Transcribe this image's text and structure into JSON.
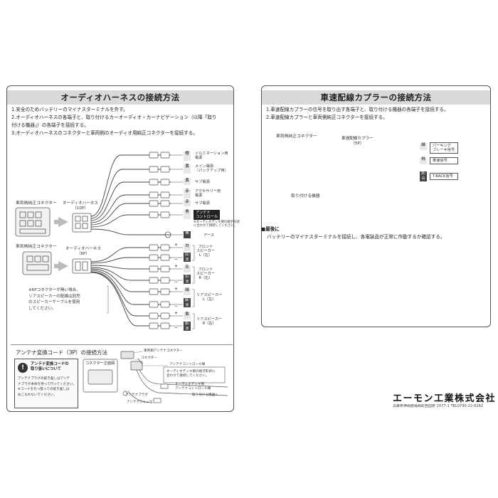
{
  "left": {
    "title": "オーディオハーネスの接続方法",
    "steps": [
      "1.安全のためバッテリーのマイナスターミナルを外す。",
      "2.オーディオハーネスの各端子と、取り付けるカーオーディオ・カーナビゲーション（以降「取り",
      "   付ける機器」）の各端子を接続する。",
      "3.オーディオハーネスのコネクターと車両側のオーディオ用純正コネクターを接続する。"
    ],
    "vehicle_connector_1": "車両側純正コネクター",
    "harness_10p_line1": "オーディオハーネス",
    "harness_10p_line2": "（10P）",
    "vehicle_connector_2": "車両側純正コネクター",
    "harness_6p_line1": "オーディオハーネス",
    "harness_6p_line2": "（6P）",
    "note_6p": [
      "※6Pコネクターが無い場合、",
      "リアスピーカーの配線は別売",
      "のスピーカーケーブルを使用",
      "してください。"
    ],
    "wires": [
      {
        "color": "橙",
        "dark": false,
        "label": [
          "イルミネーション用",
          "電源"
        ]
      },
      {
        "color": "黄",
        "dark": false,
        "label": [
          "メイン電源",
          "（バックアップ用）"
        ]
      },
      {
        "color": "黄",
        "dark": false,
        "label": [
          "サブ電源"
        ]
      },
      {
        "color": "赤",
        "dark": false,
        "label": [
          "アクセサリー用",
          "電源"
        ]
      },
      {
        "color": "赤",
        "dark": false,
        "label": [
          "サブ電源"
        ]
      },
      {
        "color": "青",
        "dark": false,
        "label": [
          "アンテナ",
          "コントロール"
        ]
      },
      {
        "color": "黒",
        "dark": true,
        "label": [
          "アース"
        ]
      }
    ],
    "antenna_note": [
      "※オーディオデッキ側の端子形状",
      "に合わせて接続してください。"
    ],
    "speakers": [
      {
        "c1": "白",
        "c2": "白/黒",
        "label": [
          "フロント",
          "スピーカー",
          "L（左）"
        ]
      },
      {
        "c1": "灰",
        "c2": "灰/黒",
        "label": [
          "フロント",
          "スピーカー",
          "R（右）"
        ]
      },
      {
        "c1": "緑",
        "c2": "緑/黒",
        "label": [
          "リアスピーカー",
          "L（左）"
        ]
      },
      {
        "c1": "紫",
        "c2": "紫/黒",
        "label": [
          "リアスピーカー",
          "R（右）"
        ]
      }
    ],
    "antenna_section": {
      "title": "アンテナ変換コード（3P）の接続方法",
      "notice_title_1": "アンテナ変換コードの",
      "notice_title_2": "取り扱いについて",
      "notice_body": [
        "アンテナプラグの抜き差しはアンテ",
        "ナプラグ本体を持って行ってください。",
        "※コードを引っ張っての抜き差しは",
        "おこなわないでください。"
      ],
      "connector_front": "コネクター正面図",
      "labels": {
        "vehicle_antenna_connector": "車両側アンテナコネクター",
        "connector": "コネクター",
        "antenna_control": "アンテナコントロール線",
        "deck_side": [
          "オーディオデッキ側の端子形状に",
          "合わせて接続してください。"
        ],
        "deck_antenna_control": [
          "オーディオデッキ側",
          "アンテナコントロール線"
        ],
        "to_device": "取り付ける機器へ",
        "antenna_plug": "アンテナプラグ",
        "antenna_jack": "アンテナジャック"
      }
    }
  },
  "right": {
    "title": "車速配線カプラーの接続方法",
    "steps": [
      "1.車速配線カプラーの信号を取り出す各端子と、取り付ける機器の各端子を接続する。",
      "2.車速配線カプラーと車両側純正コネクターを接続する。"
    ],
    "vehicle_connector": "車両側純正コネクター",
    "coupler_line1": "車速配線カプラー",
    "coupler_line2": "（5P）",
    "device_label": "取り付ける機器",
    "signals": [
      {
        "color": "緑",
        "label": [
          "パーキング",
          "ブレーキ信号"
        ]
      },
      {
        "color": "桃",
        "label": [
          "車速信号"
        ]
      },
      {
        "color": "黒/白",
        "label": [
          "T-BACK信号"
        ]
      }
    ],
    "final_title": "■最後に",
    "final_text": "バッテリーのマイナスターミナルを接続し、各電装品が正常に作動するか確認する。"
  },
  "brand": {
    "name": "エーモン工業株式会社",
    "address": "兵庫県神崎郡福崎町西田原 2077-1  TEL0790-22-6262"
  }
}
